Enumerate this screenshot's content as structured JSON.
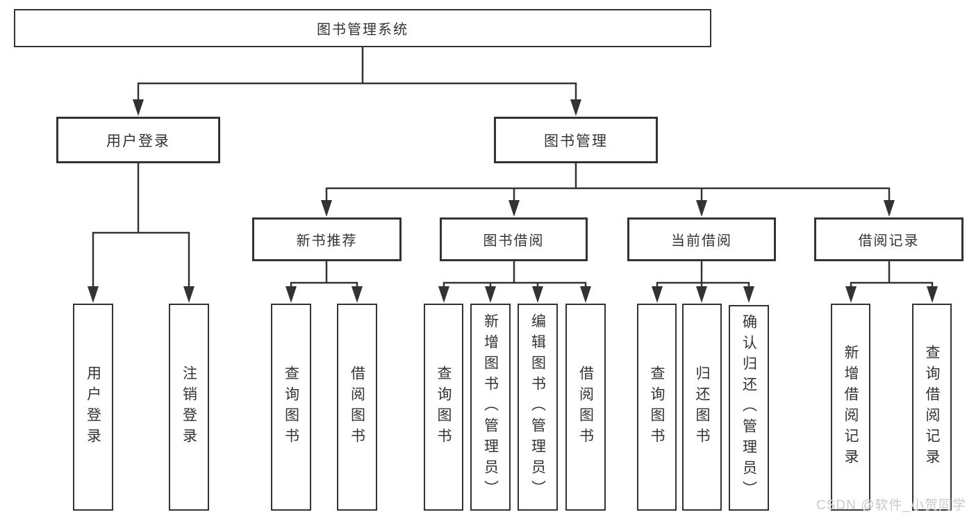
{
  "tree": {
    "root": {
      "label": "图书管理系统"
    },
    "user_login": {
      "label": "用户登录",
      "children": [
        "用户登录",
        "注销登录"
      ]
    },
    "book_management": {
      "label": "图书管理",
      "groups": [
        {
          "label": "新书推荐",
          "children": [
            "查询图书",
            "借阅图书"
          ]
        },
        {
          "label": "图书借阅",
          "children": [
            "查询图书",
            "新增图书（管理员）",
            "编辑图书（管理员）",
            "借阅图书"
          ]
        },
        {
          "label": "当前借阅",
          "children": [
            "查询图书",
            "归还图书",
            "确认归还（管理员）"
          ]
        },
        {
          "label": "借阅记录",
          "children": [
            "新增借阅记录",
            "查询借阅记录"
          ]
        }
      ]
    }
  },
  "watermark": {
    "text": "CSDN @软件_小贺同学"
  },
  "colors": {
    "line": "#333333",
    "box_border": "#333333",
    "text": "#333333",
    "background": "#ffffff",
    "watermark": "#c9c9c9"
  }
}
